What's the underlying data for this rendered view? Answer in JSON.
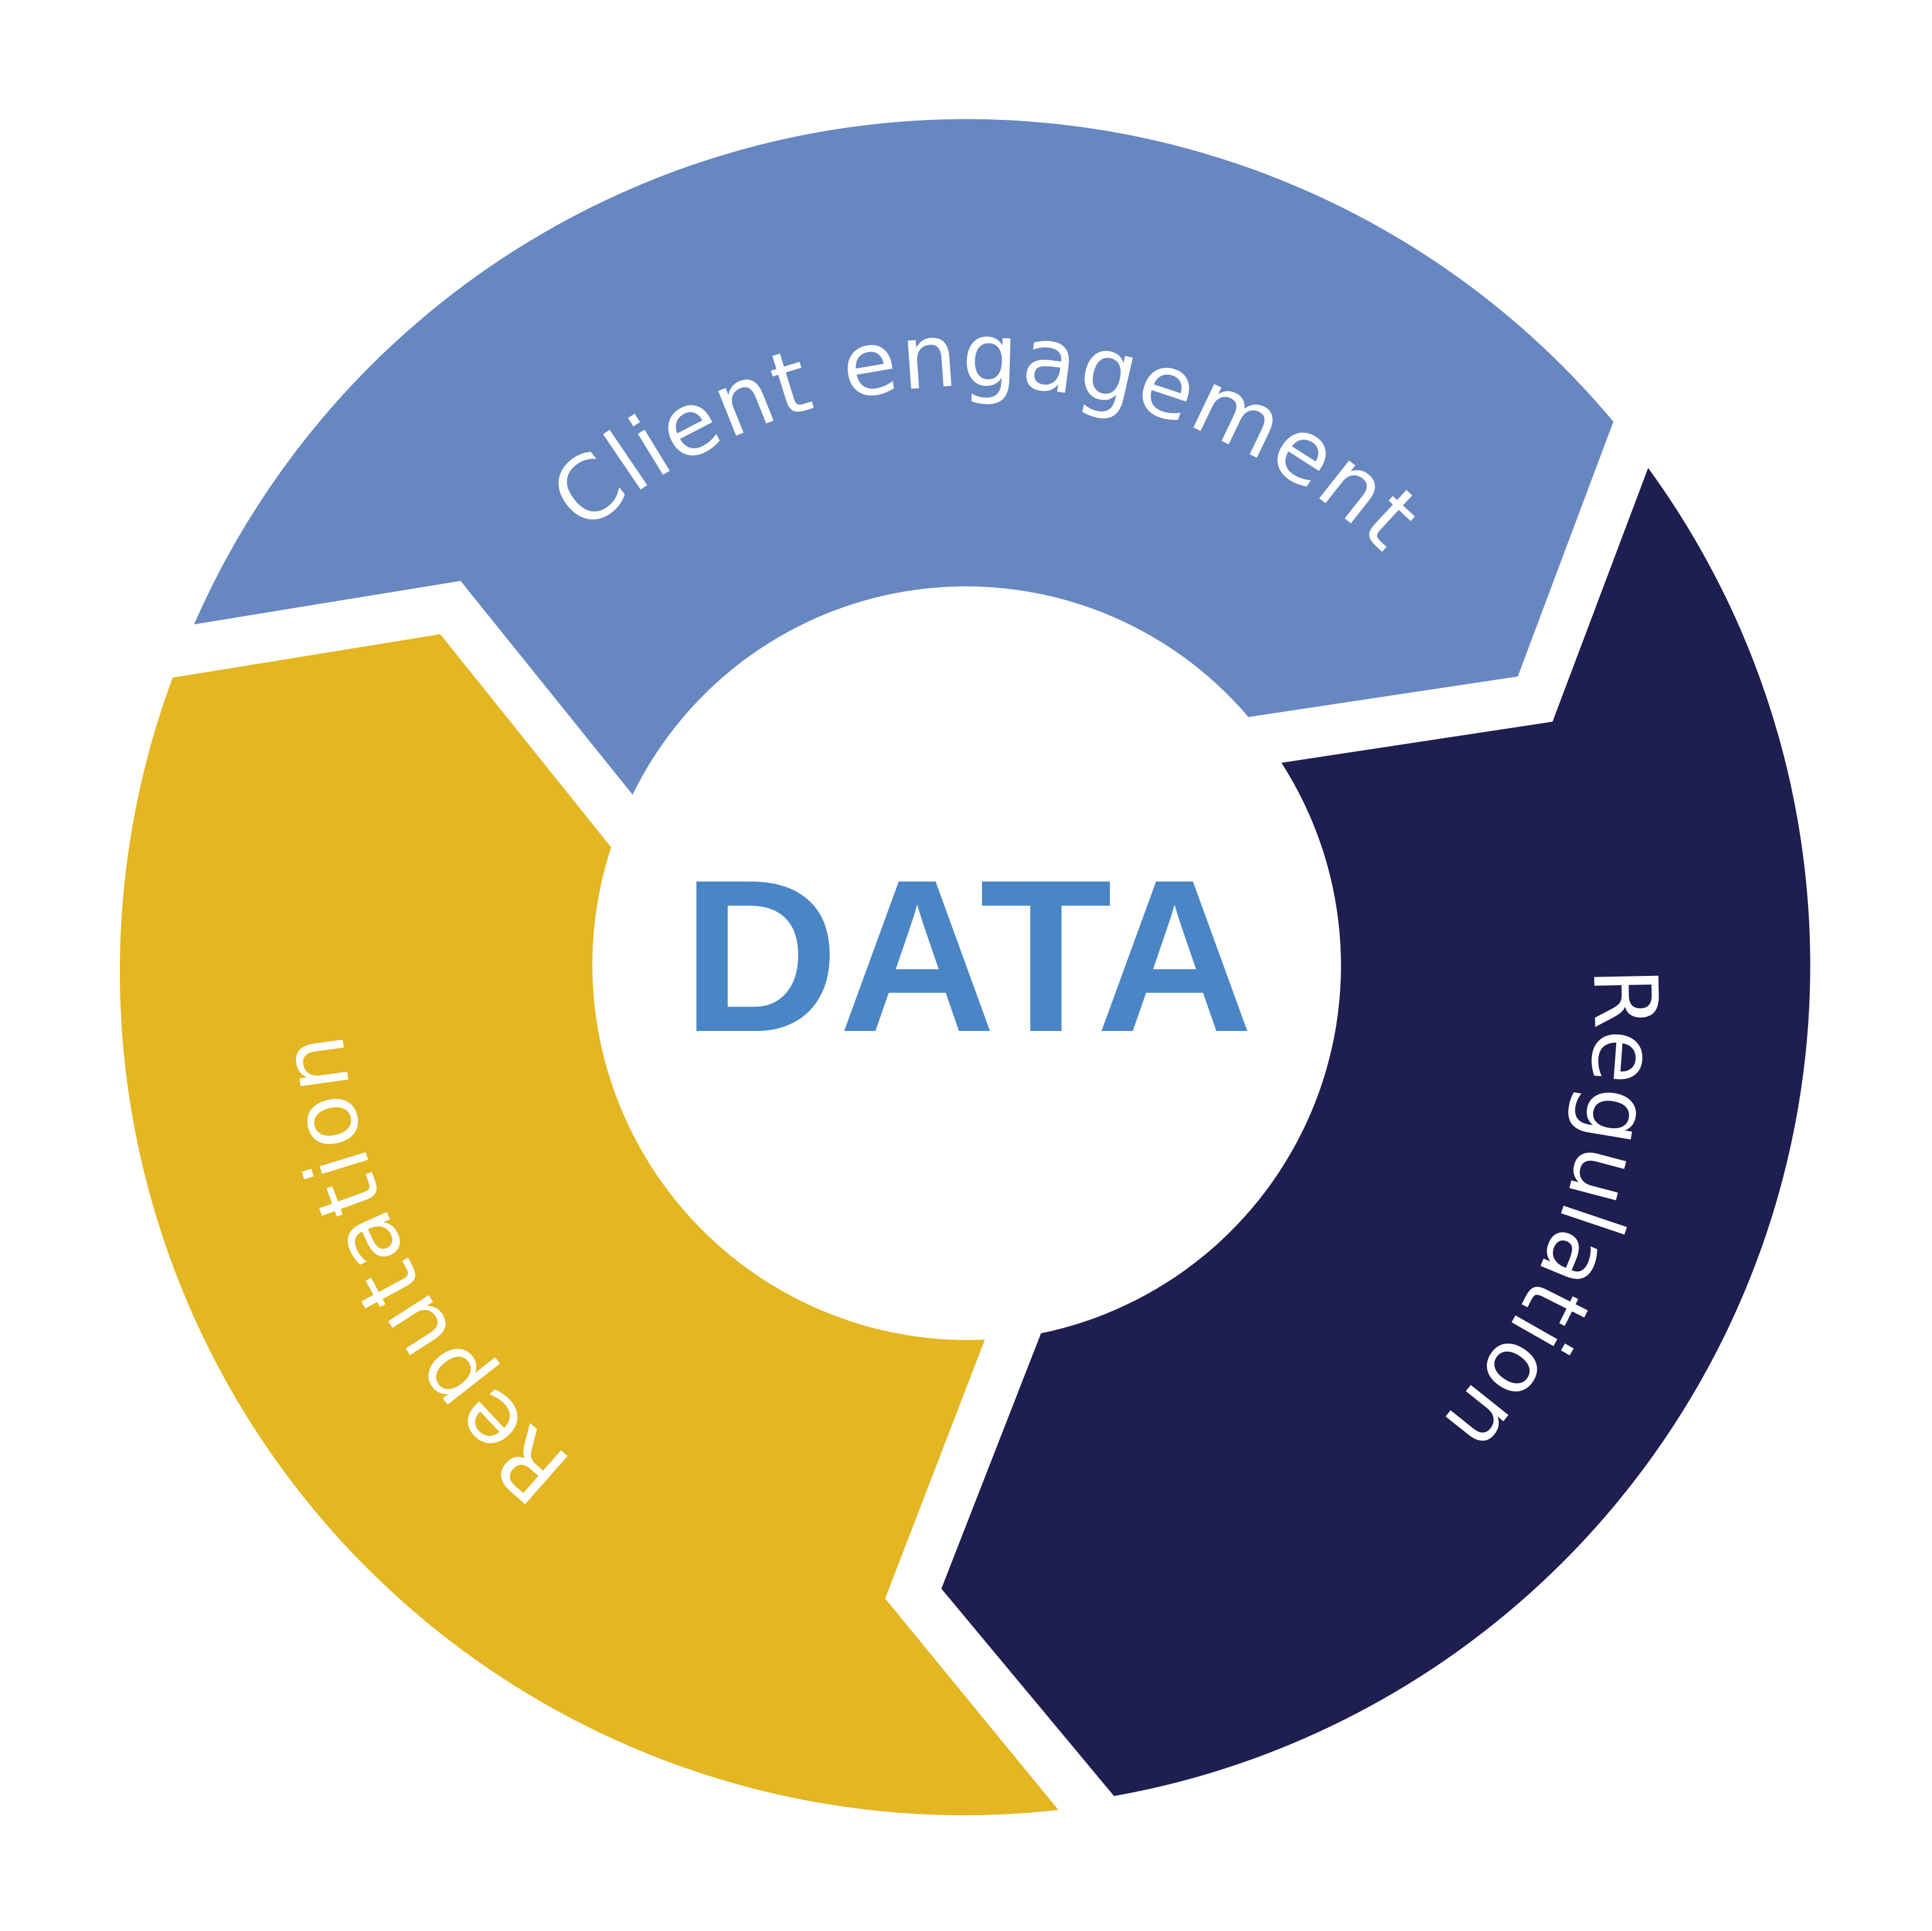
{
  "center": {
    "label": "DATA",
    "color": "#4a86c5"
  },
  "segments": [
    {
      "id": "client-engagement",
      "label": "Client engagement",
      "color": "#6787c1"
    },
    {
      "id": "regulation",
      "label": "Regulation",
      "color": "#1e1f50"
    },
    {
      "id": "reputation",
      "label": "Reputation",
      "color": "#e3b622"
    }
  ],
  "background": "#ffffff"
}
